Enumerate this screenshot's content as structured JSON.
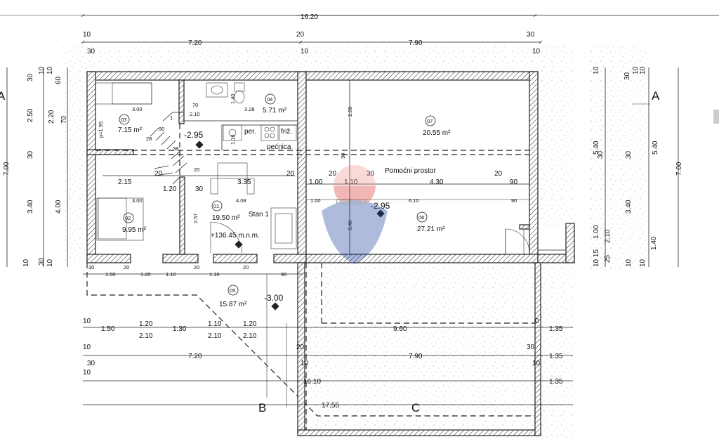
{
  "dimensions": {
    "overall_top": "16.20",
    "top_left_small": "10",
    "top_left_small2": "30",
    "top_segment_left": "7.20",
    "top_mid_20": "20",
    "top_mid_10": "10",
    "top_segment_right": "7.90",
    "top_right_30": "30",
    "top_right_10": "10",
    "row1_a": "2.15",
    "row1_b": "1.20",
    "row1_c": "30",
    "row1_d": "3.35",
    "row1_20a": "20",
    "row1_20b": "20",
    "row1_e": "1.00",
    "row1_f": "1.10",
    "row1_30": "30",
    "row1_g": "4.30",
    "row1_20c": "20",
    "row1_h": "90",
    "inner_left_300": "3.00",
    "inner_left_300b": "3.00",
    "inner_408": "4.08",
    "inner_328": "3.28",
    "inner_610": "6.10",
    "inner_100": "1.00",
    "inner_90": "90",
    "inner_140": "1.40",
    "inner_250": "2.50",
    "inner_340": "3.40",
    "inner_257": "2.57",
    "inner_116": "1.16",
    "inner_70": "70",
    "inner_210": "2.10",
    "inner_p195": "p=1.95",
    "bottom_row1": [
      "30",
      "1.00",
      "20",
      "1.20",
      "1.10",
      "20",
      "1.10",
      "20",
      "90"
    ],
    "lower_row1_left10": "10",
    "lower_row1": [
      "1.50",
      "1.20",
      "1.30",
      "1.10",
      "1.20"
    ],
    "lower_row1_sub": [
      "2.10",
      "2.10",
      "2.10"
    ],
    "lower_row1_mid": "9.60",
    "lower_row1_right": "1.35",
    "lower_row1_0": "0",
    "lower_row2_left10": "10",
    "lower_row2_left30": "30",
    "lower_row2_a": "7.20",
    "lower_row2_20": "20",
    "lower_row2_10": "10",
    "lower_row2_b": "7.90",
    "lower_row2_30": "30",
    "lower_row2_10b": "10",
    "lower_row2_right": "1.35",
    "lower_row3_10": "10",
    "lower_row3_a": "16.10",
    "lower_row3_right": "1.35",
    "lower_row4": "17.55",
    "left_v": [
      "7.00",
      "30",
      "2.50",
      "30",
      "3.40",
      "10",
      "10",
      "60",
      "2.20",
      "70",
      "4.00",
      "10",
      "30",
      "10"
    ],
    "right_v": [
      "10",
      "5.40",
      "30",
      "1.00",
      "10 15",
      "2.10",
      "25",
      "30",
      "10",
      "5.40",
      "30",
      "3.40",
      "1.40",
      "10",
      "7.00",
      "10",
      "10"
    ]
  },
  "rooms": [
    {
      "num": "03",
      "area": "7.15 m²"
    },
    {
      "num": "04",
      "area": "5.71 m²"
    },
    {
      "num": "07",
      "area": "20.55 m²"
    },
    {
      "num": "02",
      "area": "9.95 m²"
    },
    {
      "num": "01",
      "area": "19.50 m²",
      "name": "Stan 1"
    },
    {
      "num": "06",
      "area": "27.21 m²"
    },
    {
      "num": "05",
      "area": "15.87 m²"
    }
  ],
  "labels": {
    "per": "per.",
    "friz": "friž.",
    "pecnica": "pećnica",
    "pomocni": "Pomoćni prostor",
    "level_a": "-2.95",
    "level_b": "-2.95",
    "level_c": "-3.00",
    "level_d": "+136.45 m.n.m.",
    "stair_1": "1",
    "stair_90": "90",
    "stair_28": "28",
    "stair_38": "38",
    "stair_20": "20",
    "section_a_left": "A",
    "section_a_right": "A",
    "section_b": "B",
    "section_c": "C",
    "watermark": "RE/MAX"
  },
  "colors": {
    "wall_hatch": "#222222",
    "line": "#222222",
    "watermark_red": "#d9352b",
    "watermark_blue": "#1c3f9c"
  }
}
